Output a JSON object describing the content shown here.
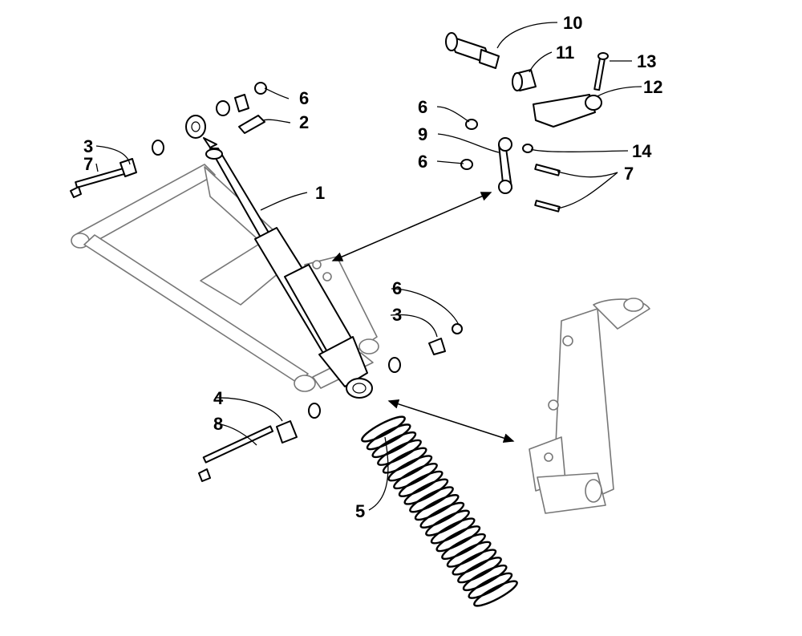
{
  "callouts": [
    "1",
    "2",
    "3",
    "3",
    "4",
    "5",
    "6",
    "6",
    "6",
    "6",
    "7",
    "7",
    "8",
    "9",
    "10",
    "11",
    "12",
    "13",
    "14"
  ]
}
